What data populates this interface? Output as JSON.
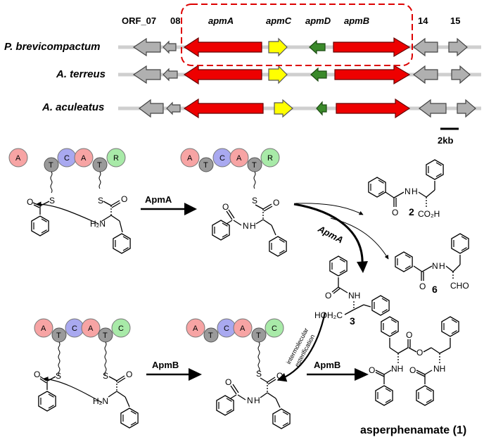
{
  "gene_cluster": {
    "orf_labels": [
      "ORF_07",
      "08",
      "14",
      "15"
    ],
    "gene_labels": [
      "apmA",
      "apmC",
      "apmD",
      "apmB"
    ],
    "species": [
      "P. brevicompactum",
      "A. terreus",
      "A. aculeatus"
    ],
    "scale": "2kb"
  },
  "domains": {
    "apmA": [
      "A",
      "T",
      "C",
      "A",
      "T",
      "R"
    ],
    "apmB": [
      "A",
      "T",
      "C",
      "A",
      "T",
      "C"
    ]
  },
  "arrows": {
    "apmA_step": "ApmA",
    "apmA_branch": "ApmA",
    "apmB_step": "ApmB",
    "apmB_final": "ApmB",
    "intermolecular_1": "intermolecular",
    "intermolecular_2": "esterification"
  },
  "compounds": {
    "c2": "2",
    "c6": "6",
    "c3": "3",
    "c1": "asperphenamate (1)"
  },
  "atoms": {
    "S": "S",
    "O": "O",
    "H2N": "H₂N",
    "NH": "NH",
    "N": "N",
    "H": "H",
    "CO2H": "CO₂H",
    "CHO": "CHO",
    "HOH2C": "HOH₂C"
  },
  "colors": {
    "core_gene": "#ee0000",
    "apmC": "#ffff00",
    "apmD": "#3a8a2a",
    "orf": "#b0b0b0",
    "box": "#dd0000",
    "dom_A": "#f7a4a4",
    "dom_C": "#a9a9f0",
    "dom_T": "#9a9a9a",
    "dom_R": "#a8eaa8"
  }
}
